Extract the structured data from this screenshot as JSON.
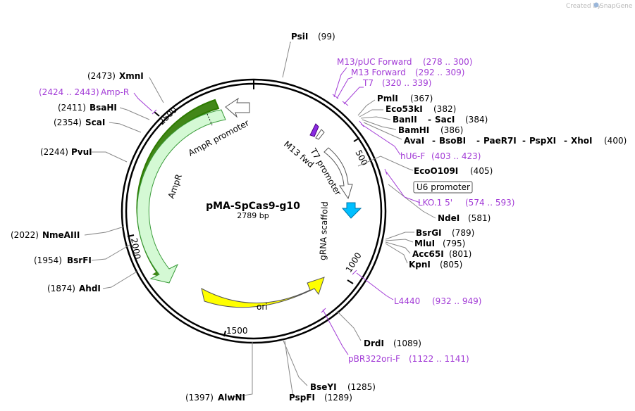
{
  "watermark": {
    "prefix": "Created by",
    "brand": "SnapGene"
  },
  "plasmid": {
    "name": "pMA-SpCas9-g10",
    "size": "2789 bp"
  },
  "ticks": [
    "500",
    "1000",
    "1500",
    "2000",
    "2500"
  ],
  "sites": {
    "psi": {
      "name": "PsiI",
      "pos": "(99)"
    },
    "pml": {
      "name": "PmlI",
      "pos": "(367)"
    },
    "eco53": {
      "name": "Eco53kI",
      "pos": "(382)"
    },
    "ban2": {
      "name": "BanII",
      "sep": "-",
      "name2": "SacI",
      "pos": "(384)"
    },
    "bamh": {
      "name": "BamHI",
      "pos": "(386)"
    },
    "ava": {
      "names": [
        "AvaI",
        "BsoBI",
        "PaeR7I",
        "PspXI",
        "XhoI"
      ],
      "sep": "-",
      "pos": "(400)"
    },
    "eco0109": {
      "name": "EcoO109I",
      "pos": "(405)"
    },
    "nde": {
      "name": "NdeI",
      "pos": "(581)"
    },
    "bsrg": {
      "name": "BsrGI",
      "pos": "(789)"
    },
    "mlu": {
      "name": "MluI",
      "pos": "(795)"
    },
    "acc65": {
      "name": "Acc65I",
      "pos": "(801)"
    },
    "kpn": {
      "name": "KpnI",
      "pos": "(805)"
    },
    "drd": {
      "name": "DrdI",
      "pos": "(1089)"
    },
    "bsey": {
      "name": "BseYI",
      "pos": "(1285)"
    },
    "pspf": {
      "name": "PspFI",
      "pos": "(1289)"
    },
    "alwn": {
      "name": "AlwNI",
      "pos": "(1397)"
    },
    "ahd": {
      "name": "AhdI",
      "pos": "(1874)"
    },
    "bsrf": {
      "name": "BsrFI",
      "pos": "(1954)"
    },
    "nmea": {
      "name": "NmeAIII",
      "pos": "(2022)"
    },
    "pvu": {
      "name": "PvuI",
      "pos": "(2244)"
    },
    "sca": {
      "name": "ScaI",
      "pos": "(2354)"
    },
    "bsah": {
      "name": "BsaHI",
      "pos": "(2411)"
    },
    "xmn": {
      "name": "XmnI",
      "pos": "(2473)"
    }
  },
  "primers": {
    "m13puc": {
      "name": "M13/pUC Forward",
      "range": "(278 .. 300)"
    },
    "m13fwd": {
      "name": "M13 Forward",
      "range": "(292 .. 309)"
    },
    "t7": {
      "name": "T7",
      "range": "(320 .. 339)"
    },
    "hu6f": {
      "name": "hU6-F",
      "range": "(403 .. 423)"
    },
    "lko": {
      "name": "LKO.1 5'",
      "range": "(574 .. 593)"
    },
    "l4440": {
      "name": "L4440",
      "range": "(932 .. 949)"
    },
    "pbr": {
      "name": "pBR322ori-F",
      "range": "(1122 .. 1141)"
    },
    "ampr": {
      "name": "Amp-R",
      "range": "(2424 .. 2443)"
    }
  },
  "features": {
    "u6_promoter": "U6 promoter",
    "ampr": "AmpR",
    "ampr_promoter": "AmpR promoter",
    "ori": "ori",
    "m13_fwd": "M13 fwd",
    "t7_promoter": "T7 promoter",
    "grna": "gRNA scaffold"
  },
  "colors": {
    "ampr_fill": "#d4f9d4",
    "ampr_stroke": "#3a9b3a",
    "ampr_dark": "#2d7a00",
    "ori_fill": "#ffff00",
    "grna_fill": "#00bfff",
    "m13_fill": "#8a2be2",
    "primer": "#a23bd6",
    "promoter_fill": "#ffffff"
  }
}
